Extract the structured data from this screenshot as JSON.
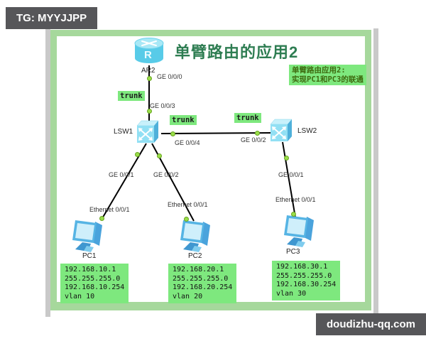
{
  "badges": {
    "top_left": "TG: MYYJJPP",
    "bottom_right": "doudizhu-qq.com"
  },
  "diagram": {
    "title": "单臂路由的应用2",
    "note": {
      "line1": "单臂路由应用2:",
      "line2": "实现PC1和PC3的联通"
    },
    "trunk_label": "trunk",
    "devices": {
      "router": {
        "name": "AR2"
      },
      "lsw1": {
        "name": "LSW1"
      },
      "lsw2": {
        "name": "LSW2"
      },
      "pc1": {
        "name": "PC1"
      },
      "pc2": {
        "name": "PC2"
      },
      "pc3": {
        "name": "PC3"
      }
    },
    "ports": {
      "router_to_lsw1": "GE 0/0/0",
      "lsw1_to_router": "GE 0/0/3",
      "lsw1_to_lsw2": "GE 0/0/4",
      "lsw2_to_lsw1": "GE 0/0/2",
      "lsw1_to_pc1": "GE 0/0/1",
      "lsw1_to_pc2": "GE 0/0/2",
      "lsw2_to_pc3": "GE 0/0/1",
      "pc1_port": "Ethernet 0/0/1",
      "pc2_port": "Ethernet 0/0/1",
      "pc3_port": "Ethernet 0/0/1"
    },
    "pc_configs": [
      {
        "ip": "192.168.10.1",
        "mask": "255.255.255.0",
        "gateway": "192.168.10.254",
        "vlan": "vlan 10"
      },
      {
        "ip": "192.168.20.1",
        "mask": "255.255.255.0",
        "gateway": "192.168.20.254",
        "vlan": "vlan 20"
      },
      {
        "ip": "192.168.30.1",
        "mask": "255.255.255.0",
        "gateway": "192.168.30.254",
        "vlan": "vlan 30"
      }
    ]
  },
  "colors": {
    "frame": "#a6d89c",
    "highlight": "#7ee87e",
    "title_text": "#2e7d52",
    "note_text": "#3e6b10",
    "badge_bg": "#565659",
    "link": "#000000",
    "port_dot": "#9ade4a"
  }
}
